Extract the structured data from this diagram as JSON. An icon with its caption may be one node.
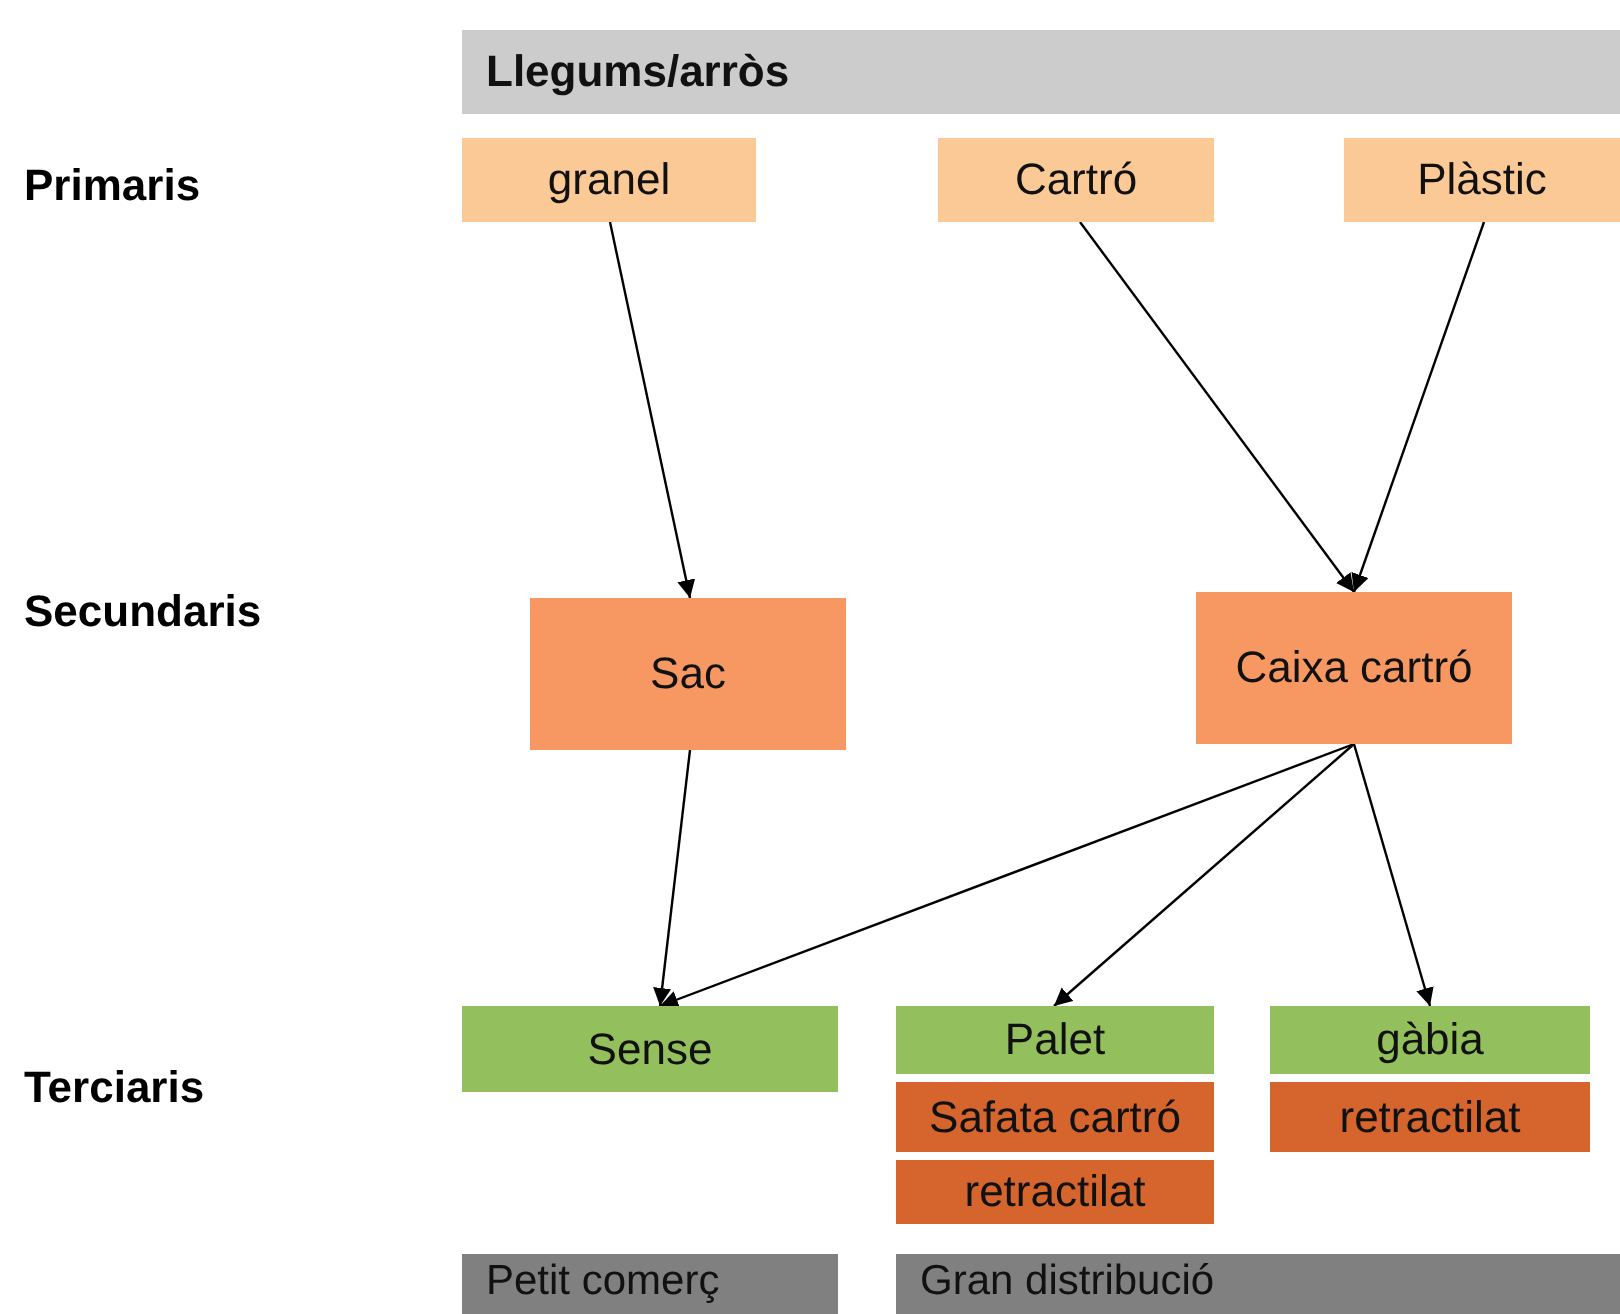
{
  "diagram": {
    "nodes": [
      {
        "text": [
          "Llegums/arròs"
        ]
      },
      {
        "text": [
          "granel"
        ]
      },
      {
        "text": [
          "Cartró"
        ]
      },
      {
        "text": [
          "Plàstic"
        ]
      },
      {
        "text": [
          "Sac"
        ]
      },
      {
        "text": [
          "Caixa cartró"
        ]
      },
      {
        "text": [
          "Sense"
        ]
      },
      {
        "text": [
          "Palet"
        ]
      },
      {
        "text": [
          "Safata cartró"
        ]
      },
      {
        "text": [
          "retractilat"
        ]
      },
      {
        "text": [
          "gàbia"
        ]
      },
      {
        "text": [
          "retractilat"
        ]
      },
      {
        "text": [
          "Petit comerç"
        ]
      },
      {
        "text": [
          "Gran distribució"
        ]
      }
    ],
    "edges": [
      {
        "from": 1,
        "to": 4,
        "arrow": "to"
      },
      {
        "from": 2,
        "to": 5,
        "arrow": "to"
      },
      {
        "from": 3,
        "to": 5,
        "arrow": "to"
      },
      {
        "from": 4,
        "to": 6,
        "arrow": "to"
      },
      {
        "from": 5,
        "to": 6,
        "arrow": "to"
      },
      {
        "from": 5,
        "to": 7,
        "arrow": "to"
      },
      {
        "from": 5,
        "to": 10,
        "arrow": "to"
      }
    ],
    "labels": [
      "Primaris",
      "Secundaris",
      "Terciaris"
    ]
  }
}
